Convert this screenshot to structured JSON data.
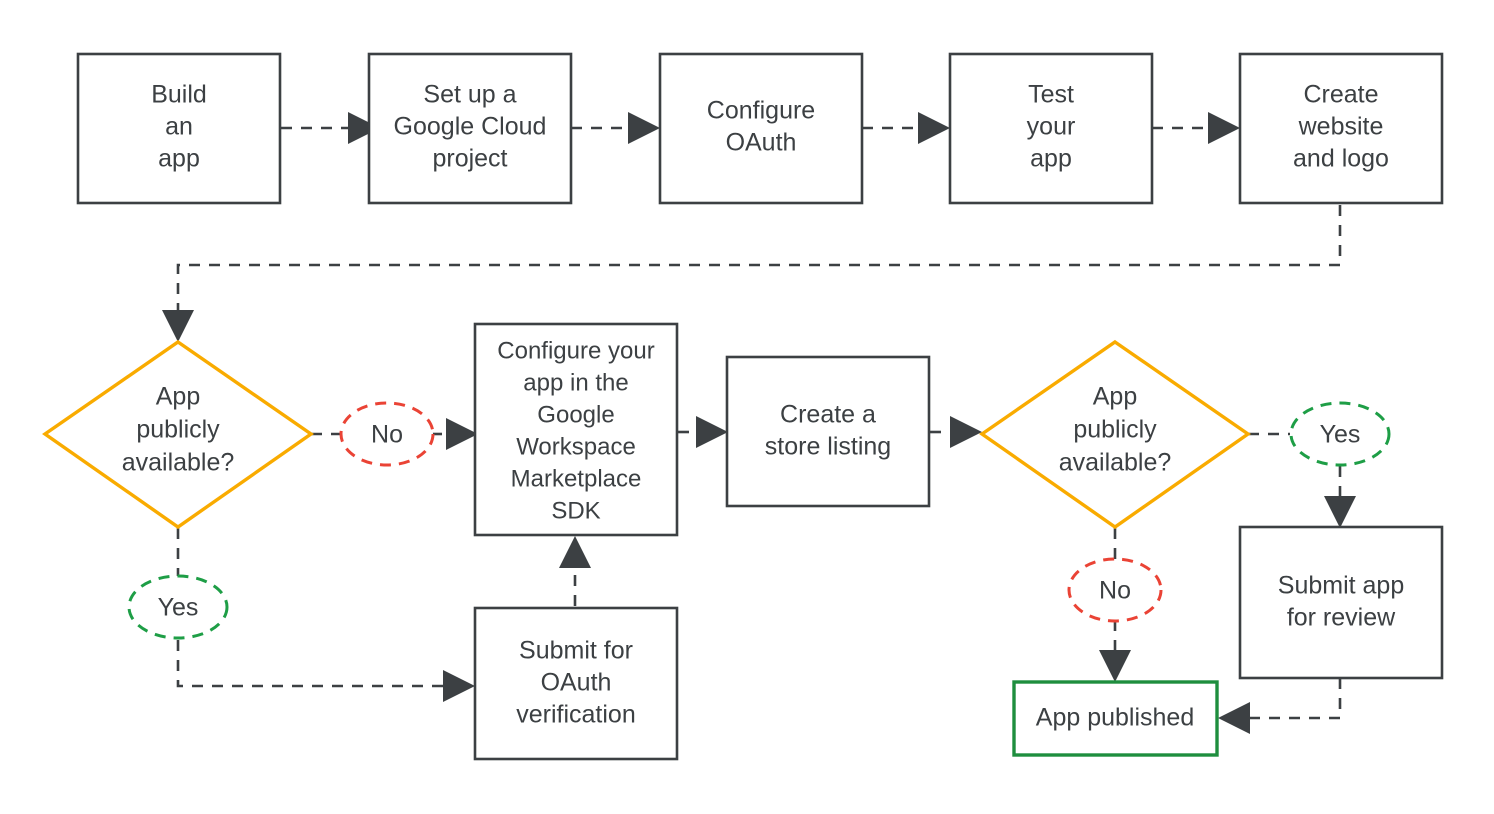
{
  "diagram": {
    "title": "Google Workspace Marketplace app publishing flowchart",
    "type": "flowchart",
    "background_color": "#ffffff",
    "colors": {
      "node_stroke": "#3c4043",
      "decision_stroke": "#f9ab00",
      "terminal_stroke": "#1e8e3e",
      "label_no": "#ea4335",
      "label_yes": "#1e9e46",
      "text": "#3c4043",
      "edge": "#3c4043"
    }
  },
  "nodes": [
    {
      "id": "build-an-app",
      "shape": "process",
      "lines": [
        "Build",
        "an",
        "app"
      ]
    },
    {
      "id": "set-up-gcp-project",
      "shape": "process",
      "lines": [
        "Set up a",
        "Google Cloud",
        "project"
      ]
    },
    {
      "id": "configure-oauth",
      "shape": "process",
      "lines": [
        "Configure",
        "OAuth"
      ]
    },
    {
      "id": "test-your-app",
      "shape": "process",
      "lines": [
        "Test",
        "your",
        "app"
      ]
    },
    {
      "id": "create-website-logo",
      "shape": "process",
      "lines": [
        "Create",
        "website",
        "and logo"
      ]
    },
    {
      "id": "app-publicly-available-1",
      "shape": "decision",
      "lines": [
        "App",
        "publicly",
        "available?"
      ]
    },
    {
      "id": "configure-app-sdk",
      "shape": "process",
      "lines": [
        "Configure your",
        "app in the",
        "Google",
        "Workspace",
        "Marketplace",
        "SDK"
      ]
    },
    {
      "id": "create-store-listing",
      "shape": "process",
      "lines": [
        "Create a",
        "store listing"
      ]
    },
    {
      "id": "app-publicly-available-2",
      "shape": "decision",
      "lines": [
        "App",
        "publicly",
        "available?"
      ]
    },
    {
      "id": "submit-oauth-verification",
      "shape": "process",
      "lines": [
        "Submit for",
        "OAuth",
        "verification"
      ]
    },
    {
      "id": "submit-app-for-review",
      "shape": "process",
      "lines": [
        "Submit app",
        "for review"
      ]
    },
    {
      "id": "app-published",
      "shape": "terminal",
      "lines": [
        "App published"
      ]
    }
  ],
  "edge_labels": [
    {
      "id": "no-1",
      "text": "No",
      "kind": "negative"
    },
    {
      "id": "yes-1",
      "text": "Yes",
      "kind": "positive"
    },
    {
      "id": "yes-2",
      "text": "Yes",
      "kind": "positive"
    },
    {
      "id": "no-2",
      "text": "No",
      "kind": "negative"
    }
  ],
  "edges": [
    {
      "from": "build-an-app",
      "to": "set-up-gcp-project",
      "label": ""
    },
    {
      "from": "set-up-gcp-project",
      "to": "configure-oauth",
      "label": ""
    },
    {
      "from": "configure-oauth",
      "to": "test-your-app",
      "label": ""
    },
    {
      "from": "test-your-app",
      "to": "create-website-logo",
      "label": ""
    },
    {
      "from": "create-website-logo",
      "to": "app-publicly-available-1",
      "label": ""
    },
    {
      "from": "app-publicly-available-1",
      "to": "configure-app-sdk",
      "label": "No"
    },
    {
      "from": "app-publicly-available-1",
      "to": "submit-oauth-verification",
      "label": "Yes"
    },
    {
      "from": "submit-oauth-verification",
      "to": "configure-app-sdk",
      "label": ""
    },
    {
      "from": "configure-app-sdk",
      "to": "create-store-listing",
      "label": ""
    },
    {
      "from": "create-store-listing",
      "to": "app-publicly-available-2",
      "label": ""
    },
    {
      "from": "app-publicly-available-2",
      "to": "submit-app-for-review",
      "label": "Yes"
    },
    {
      "from": "app-publicly-available-2",
      "to": "app-published",
      "label": "No"
    },
    {
      "from": "submit-app-for-review",
      "to": "app-published",
      "label": ""
    }
  ]
}
